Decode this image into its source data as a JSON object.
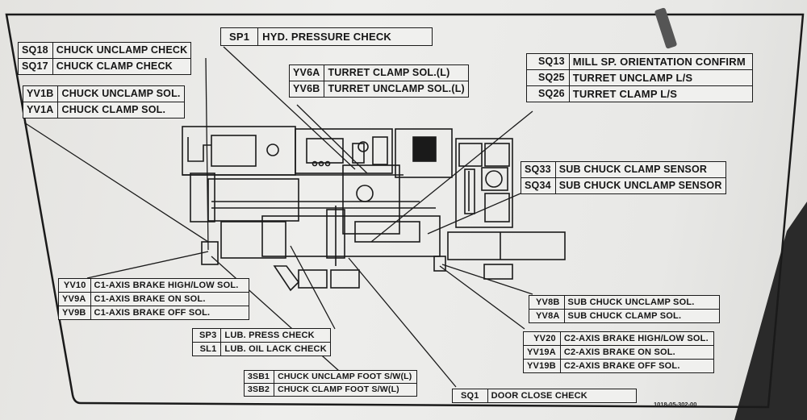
{
  "plate": {
    "colors": {
      "plate": "#eeeeec",
      "ink": "#161616",
      "background": "#2a2a2a"
    },
    "document_number": "1018-05-302-00",
    "groups": [
      {
        "id": "chuck-check",
        "items": [
          {
            "code": "SQ18",
            "label": "CHUCK UNCLAMP CHECK"
          },
          {
            "code": "SQ17",
            "label": "CHUCK CLAMP CHECK"
          }
        ]
      },
      {
        "id": "chuck-sol",
        "items": [
          {
            "code": "YV1B",
            "label": "CHUCK UNCLAMP SOL."
          },
          {
            "code": "YV1A",
            "label": "CHUCK CLAMP SOL."
          }
        ]
      },
      {
        "id": "hyd",
        "items": [
          {
            "code": "SP1",
            "label": "HYD. PRESSURE CHECK"
          }
        ]
      },
      {
        "id": "turret-sol",
        "items": [
          {
            "code": "YV6A",
            "label": "TURRET CLAMP SOL.(L)"
          },
          {
            "code": "YV6B",
            "label": "TURRET UNCLAMP SOL.(L)"
          }
        ]
      },
      {
        "id": "turret-ls",
        "items": [
          {
            "code": "SQ13",
            "label": "MILL SP. ORIENTATION CONFIRM"
          },
          {
            "code": "SQ25",
            "label": "TURRET UNCLAMP L/S"
          },
          {
            "code": "SQ26",
            "label": "TURRET CLAMP L/S"
          }
        ]
      },
      {
        "id": "sub-chuck-sensor",
        "items": [
          {
            "code": "SQ33",
            "label": "SUB CHUCK CLAMP SENSOR"
          },
          {
            "code": "SQ34",
            "label": "SUB CHUCK UNCLAMP SENSOR"
          }
        ]
      },
      {
        "id": "c1-axis",
        "items": [
          {
            "code": "YV10",
            "label": "C1-AXIS BRAKE HIGH/LOW SOL."
          },
          {
            "code": "YV9A",
            "label": "C1-AXIS BRAKE ON SOL."
          },
          {
            "code": "YV9B",
            "label": "C1-AXIS BRAKE OFF SOL."
          }
        ]
      },
      {
        "id": "lub",
        "items": [
          {
            "code": "SP3",
            "label": "LUB. PRESS CHECK"
          },
          {
            "code": "SL1",
            "label": "LUB. OIL LACK CHECK"
          }
        ]
      },
      {
        "id": "foot-sw",
        "items": [
          {
            "code": "3SB1",
            "label": "CHUCK UNCLAMP FOOT S/W(L)"
          },
          {
            "code": "3SB2",
            "label": "CHUCK CLAMP FOOT S/W(L)"
          }
        ]
      },
      {
        "id": "sub-chuck-sol",
        "items": [
          {
            "code": "YV8B",
            "label": "SUB CHUCK UNCLAMP SOL."
          },
          {
            "code": "YV8A",
            "label": "SUB CHUCK CLAMP SOL."
          }
        ]
      },
      {
        "id": "c2-axis",
        "items": [
          {
            "code": "YV20",
            "label": "C2-AXIS BRAKE HIGH/LOW SOL."
          },
          {
            "code": "YV19A",
            "label": "C2-AXIS BRAKE ON SOL."
          },
          {
            "code": "YV19B",
            "label": "C2-AXIS BRAKE OFF SOL."
          }
        ]
      },
      {
        "id": "door",
        "items": [
          {
            "code": "SQ1",
            "label": "DOOR CLOSE CHECK"
          }
        ]
      }
    ]
  }
}
